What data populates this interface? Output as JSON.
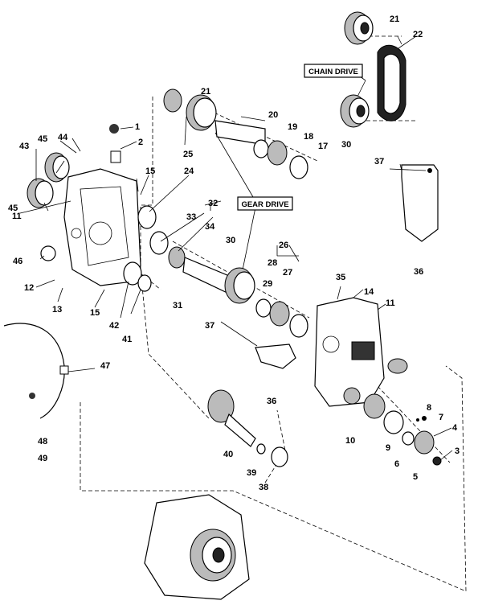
{
  "labels": {
    "chain_drive": "CHAIN DRIVE",
    "gear_drive": "GEAR DRIVE"
  },
  "callouts": {
    "n1": "1",
    "n2": "2",
    "n3": "3",
    "n4": "4",
    "n5": "5",
    "n6": "6",
    "n7": "7",
    "n8": "8",
    "n9": "9",
    "n10": "10",
    "n11a": "11",
    "n11b": "11",
    "n12": "12",
    "n13": "13",
    "n14": "14",
    "n15a": "15",
    "n15b": "15",
    "n17": "17",
    "n18": "18",
    "n19": "19",
    "n20": "20",
    "n21a": "21",
    "n21b": "21",
    "n22": "22",
    "n24": "24",
    "n25": "25",
    "n26": "26",
    "n27": "27",
    "n28": "28",
    "n29": "29",
    "n30a": "30",
    "n30b": "30",
    "n31": "31",
    "n32": "32",
    "n33": "33",
    "n34": "34",
    "n35": "35",
    "n36a": "36",
    "n36b": "36",
    "n37a": "37",
    "n37b": "37",
    "n38": "38",
    "n39": "39",
    "n40": "40",
    "n41": "41",
    "n42": "42",
    "n43": "43",
    "n44": "44",
    "n45a": "45",
    "n45b": "45",
    "n46": "46",
    "n47": "47",
    "n48": "48",
    "n49": "49"
  }
}
